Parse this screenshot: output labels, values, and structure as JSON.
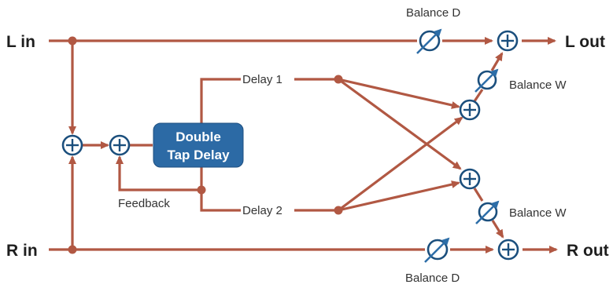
{
  "labels": {
    "l_in": "L in",
    "r_in": "R in",
    "l_out": "L out",
    "r_out": "R out",
    "delay1": "Delay 1",
    "delay2": "Delay 2",
    "feedback": "Feedback",
    "balance_d_top": "Balance D",
    "balance_d_bottom": "Balance D",
    "balance_w_upper": "Balance W",
    "balance_w_lower": "Balance W"
  },
  "block": {
    "line1": "Double",
    "line2": "Tap Delay"
  },
  "colors": {
    "wire": "#b15843",
    "node_stroke": "#1b4f7d",
    "block_fill": "#2c6aa5",
    "knob_arrow": "#2d6ea8"
  }
}
